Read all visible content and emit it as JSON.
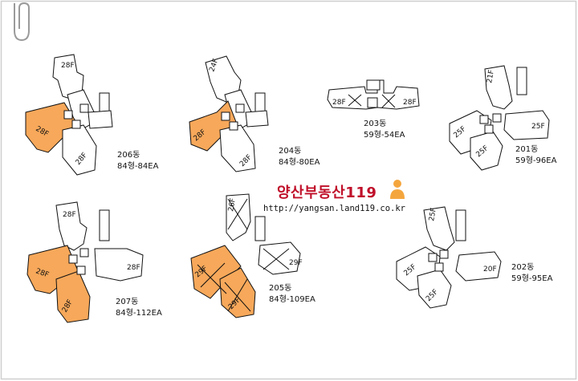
{
  "watermark": {
    "title": "양산부동산119",
    "url": "http://yangsan.land119.co.kr",
    "person_icon": "person-icon",
    "title_color": "#c0102a"
  },
  "highlight_color": "#f7a85a",
  "buildings": [
    {
      "name": "206동",
      "spec": "84형-84EA",
      "floors": [
        "28F",
        "28F",
        "28F"
      ]
    },
    {
      "name": "204동",
      "spec": "84형-80EA",
      "floors": [
        "24F",
        "28F",
        "28F"
      ]
    },
    {
      "name": "203동",
      "spec": "59형-54EA",
      "floors": [
        "28F",
        "28F"
      ]
    },
    {
      "name": "201동",
      "spec": "59형-96EA",
      "floors": [
        "21F",
        "25F",
        "25F",
        "25F"
      ]
    },
    {
      "name": "207동",
      "spec": "84형-112EA",
      "floors": [
        "28F",
        "28F",
        "28F",
        "28F"
      ]
    },
    {
      "name": "205동",
      "spec": "84형-109EA",
      "floors": [
        "26F",
        "29F",
        "29F",
        "29F"
      ]
    },
    {
      "name": "202동",
      "spec": "59형-95EA",
      "floors": [
        "25F",
        "20F",
        "25F",
        "25F"
      ]
    }
  ]
}
